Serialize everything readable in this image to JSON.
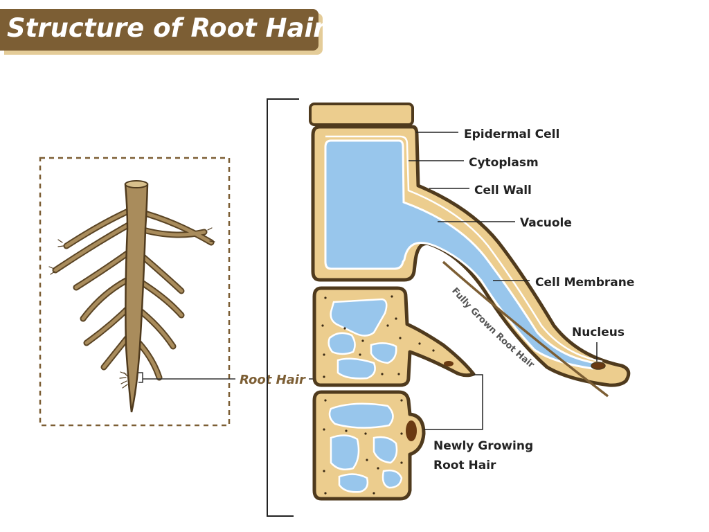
{
  "title": "Structure of Root Hair",
  "labels": {
    "epidermal_cell": "Epidermal Cell",
    "cytoplasm": "Cytoplasm",
    "cell_wall": "Cell Wall",
    "vacuole": "Vacuole",
    "cell_membrane": "Cell Membrane",
    "nucleus": "Nucleus",
    "root_hair": "Root Hair",
    "newly_growing_line1": "Newly Growing",
    "newly_growing_line2": "Root Hair",
    "fully_grown": "Fully Grown Root Hair"
  },
  "colors": {
    "banner": "#7c5e34",
    "banner_shadow": "#e4cc98",
    "cell_fill": "#eccd8e",
    "cell_outline": "#4f3a1d",
    "vacuole": "#98c6ec",
    "root": "#a98c5c",
    "accent_label": "#7c5e34"
  }
}
